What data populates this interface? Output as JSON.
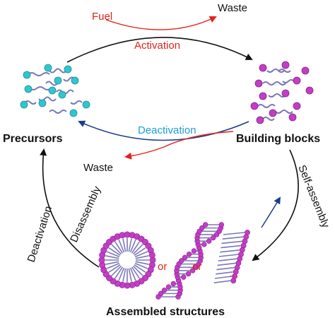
{
  "labels": {
    "fuel": "Fuel",
    "waste_top": "Waste",
    "activation": "Activation",
    "deactivation_inner": "Deactivation",
    "waste_left": "Waste",
    "precursors": "Precursors",
    "building_blocks": "Building blocks",
    "self_assembly": "Self-assembly",
    "disassembly": "Disassembly",
    "deactivation_left": "Deactivation",
    "or_1": "or",
    "or_2": "or",
    "ellipsis": "...",
    "assembled_structures": "Assembled structures"
  },
  "colors": {
    "fuel_red": "#e2231a",
    "deactivation_blue": "#1a9fd8",
    "arrow_blue": "#1f3c8c",
    "precursor_head": "#2fc6cf",
    "block_head": "#c23ec5",
    "tail": "#7b78b8",
    "black": "#111111"
  },
  "icons": {
    "precursor_cluster": "precursor-molecules-icon",
    "block_cluster": "building-block-molecules-icon",
    "micelle": "micelle-icon",
    "helix": "helical-fiber-icon",
    "bilayer": "bilayer-sheet-icon"
  }
}
